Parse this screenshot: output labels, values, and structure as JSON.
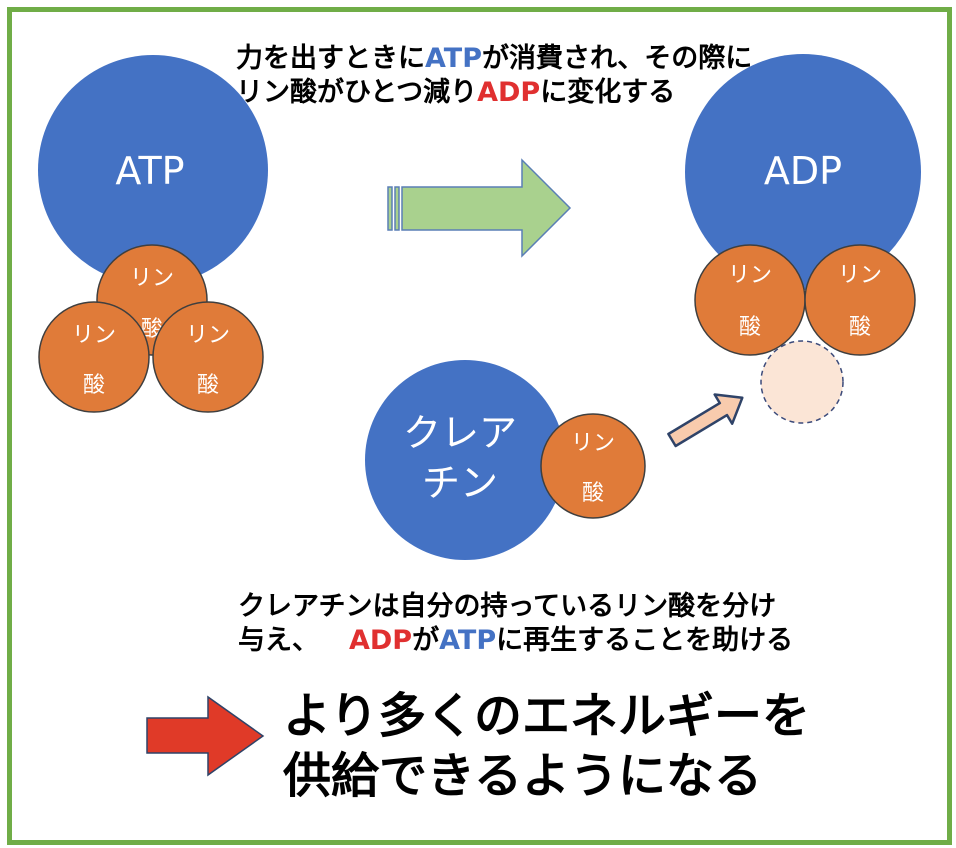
{
  "colors": {
    "frame": "#70ad47",
    "molecule": "#4472c4",
    "phosphate": "#e07b39",
    "green_arrow": "#a9d18e",
    "red_arrow": "#e03a28",
    "accent_blue": "#4472c4",
    "accent_red": "#e03030",
    "ghost_phosphate": "#fbe5d6"
  },
  "molecules": {
    "atp_label": "ATP",
    "adp_label": "ADP",
    "creatine_line1": "クレア",
    "creatine_line2": "チン",
    "phosphate_line1": "リン",
    "phosphate_line2": "酸"
  },
  "top_caption": {
    "l1_a": "力を出すときに",
    "l1_b": "ATP",
    "l1_c": "が消費され、その際に",
    "l2_a": "リン酸がひとつ減り",
    "l2_b": "ADP",
    "l2_c": "に変化する"
  },
  "mid_caption": {
    "l1": "クレアチンは自分の持っているリン酸を分け",
    "l2_a": "与え、",
    "l2_b": "ADP",
    "l2_c": "が",
    "l2_d": "ATP",
    "l2_e": "に再生することを助ける"
  },
  "conclusion": {
    "l1": "より多くのエネルギーを",
    "l2": "供給できるようになる"
  }
}
